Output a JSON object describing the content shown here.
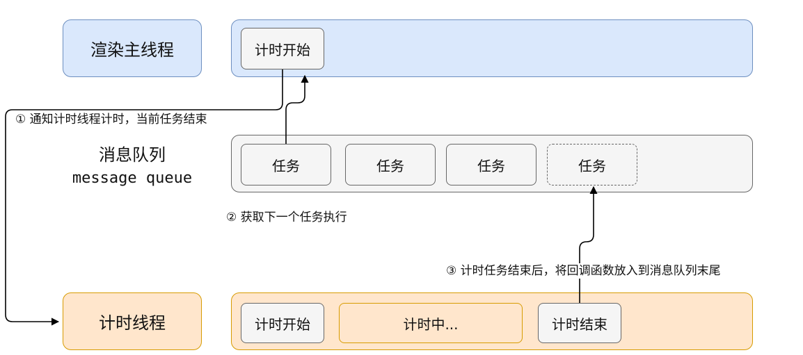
{
  "main_thread": {
    "label": "渲染主线程",
    "block": "计时开始"
  },
  "message_queue": {
    "label_cn": "消息队列",
    "label_en": "message queue",
    "tasks": [
      "任务",
      "任务",
      "任务",
      "任务"
    ]
  },
  "timer_thread": {
    "label": "计时线程",
    "blocks": [
      "计时开始",
      "计时中...",
      "计时结束"
    ]
  },
  "steps": [
    "① 通知计时线程计时，当前任务结束",
    "② 获取下一个任务执行",
    "③ 计时任务结束后，将回调函数放入到消息队列末尾"
  ],
  "colors": {
    "blue_fill": "#dae8fc",
    "blue_stroke": "#6c8ebf",
    "gray_fill": "#f5f5f5",
    "gray_stroke": "#666666",
    "orange_fill": "#ffe6cc",
    "orange_stroke": "#d79b00"
  }
}
